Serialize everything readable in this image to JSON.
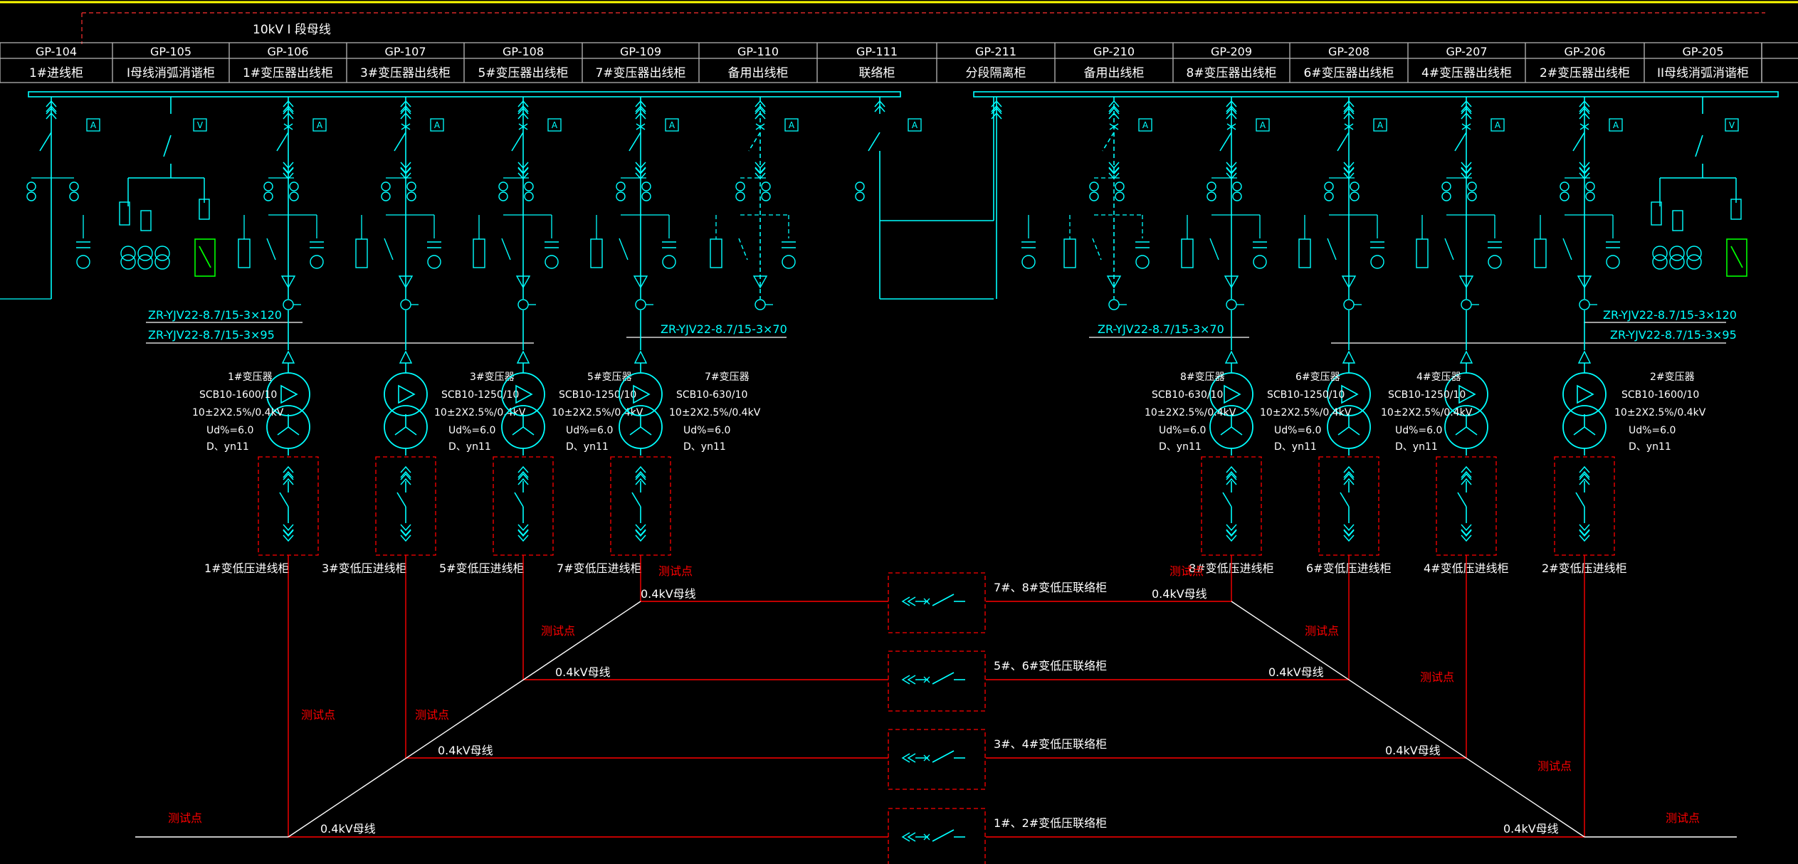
{
  "bus_title": "10kV I 段母线",
  "panels": [
    {
      "code": "GP-104",
      "name": "1#进线柜",
      "meter": "A",
      "type": "incoming"
    },
    {
      "code": "GP-105",
      "name": "I母线消弧消谐柜",
      "meter": "V",
      "type": "arc"
    },
    {
      "code": "GP-106",
      "name": "1#变压器出线柜",
      "meter": "A",
      "type": "feeder"
    },
    {
      "code": "GP-107",
      "name": "3#变压器出线柜",
      "meter": "A",
      "type": "feeder"
    },
    {
      "code": "GP-108",
      "name": "5#变压器出线柜",
      "meter": "A",
      "type": "feeder"
    },
    {
      "code": "GP-109",
      "name": "7#变压器出线柜",
      "meter": "A",
      "type": "feeder"
    },
    {
      "code": "GP-110",
      "name": "备用出线柜",
      "meter": "A",
      "type": "spare"
    },
    {
      "code": "GP-111",
      "name": "联络柜",
      "meter": "A",
      "type": "tie"
    },
    {
      "code": "GP-211",
      "name": "分段隔离柜",
      "meter": "",
      "type": "isolator"
    },
    {
      "code": "GP-210",
      "name": "备用出线柜",
      "meter": "A",
      "type": "spare"
    },
    {
      "code": "GP-209",
      "name": "8#变压器出线柜",
      "meter": "A",
      "type": "feeder"
    },
    {
      "code": "GP-208",
      "name": "6#变压器出线柜",
      "meter": "A",
      "type": "feeder"
    },
    {
      "code": "GP-207",
      "name": "4#变压器出线柜",
      "meter": "A",
      "type": "feeder"
    },
    {
      "code": "GP-206",
      "name": "2#变压器出线柜",
      "meter": "A",
      "type": "feeder"
    },
    {
      "code": "GP-205",
      "name": "II母线消弧消谐柜",
      "meter": "V",
      "type": "arc"
    }
  ],
  "cables": {
    "left_upper": "ZR-YJV22-8.7/15-3×120",
    "left_lower": "ZR-YJV22-8.7/15-3×95",
    "left_spare": "ZR-YJV22-8.7/15-3×70",
    "right_spare": "ZR-YJV22-8.7/15-3×70",
    "right_upper": "ZR-YJV22-8.7/15-3×120",
    "right_lower": "ZR-YJV22-8.7/15-3×95"
  },
  "transformers": [
    {
      "name": "1#变压器",
      "model": "SCB10-1600/10",
      "ratio": "10±2X2.5%/0.4kV",
      "ud": "Ud%=6.0",
      "group": "D、yn11"
    },
    {
      "name": "3#变压器",
      "model": "SCB10-1250/10",
      "ratio": "10±2X2.5%/0.4kV",
      "ud": "Ud%=6.0",
      "group": "D、yn11"
    },
    {
      "name": "5#变压器",
      "model": "SCB10-1250/10",
      "ratio": "10±2X2.5%/0.4kV",
      "ud": "Ud%=6.0",
      "group": "D、yn11"
    },
    {
      "name": "7#变压器",
      "model": "SCB10-630/10",
      "ratio": "10±2X2.5%/0.4kV",
      "ud": "Ud%=6.0",
      "group": "D、yn11"
    },
    {
      "name": "8#变压器",
      "model": "SCB10-630/10",
      "ratio": "10±2X2.5%/0.4kV",
      "ud": "Ud%=6.0",
      "group": "D、yn11"
    },
    {
      "name": "6#变压器",
      "model": "SCB10-1250/10",
      "ratio": "10±2X2.5%/0.4kV",
      "ud": "Ud%=6.0",
      "group": "D、yn11"
    },
    {
      "name": "4#变压器",
      "model": "SCB10-1250/10",
      "ratio": "10±2X2.5%/0.4kV",
      "ud": "Ud%=6.0",
      "group": "D、yn11"
    },
    {
      "name": "2#变压器",
      "model": "SCB10-1600/10",
      "ratio": "10±2X2.5%/0.4kV",
      "ud": "Ud%=6.0",
      "group": "D、yn11"
    }
  ],
  "lv_incomers": [
    "1#变低压进线柜",
    "3#变低压进线柜",
    "5#变低压进线柜",
    "7#变低压进线柜",
    "8#变低压进线柜",
    "6#变低压进线柜",
    "4#变低压进线柜",
    "2#变低压进线柜"
  ],
  "ties": [
    "7#、8#变低压联络柜",
    "5#、6#变低压联络柜",
    "3#、4#变低压联络柜",
    "1#、2#变低压联络柜"
  ],
  "bus_04": "0.4kV母线",
  "test_point": "测试点",
  "colors": {
    "cyan": "#00ffff",
    "red": "#ff0000",
    "green": "#00ff00",
    "white": "#ffffff",
    "yellow": "#ffff00",
    "border": "#b8b8b8"
  }
}
